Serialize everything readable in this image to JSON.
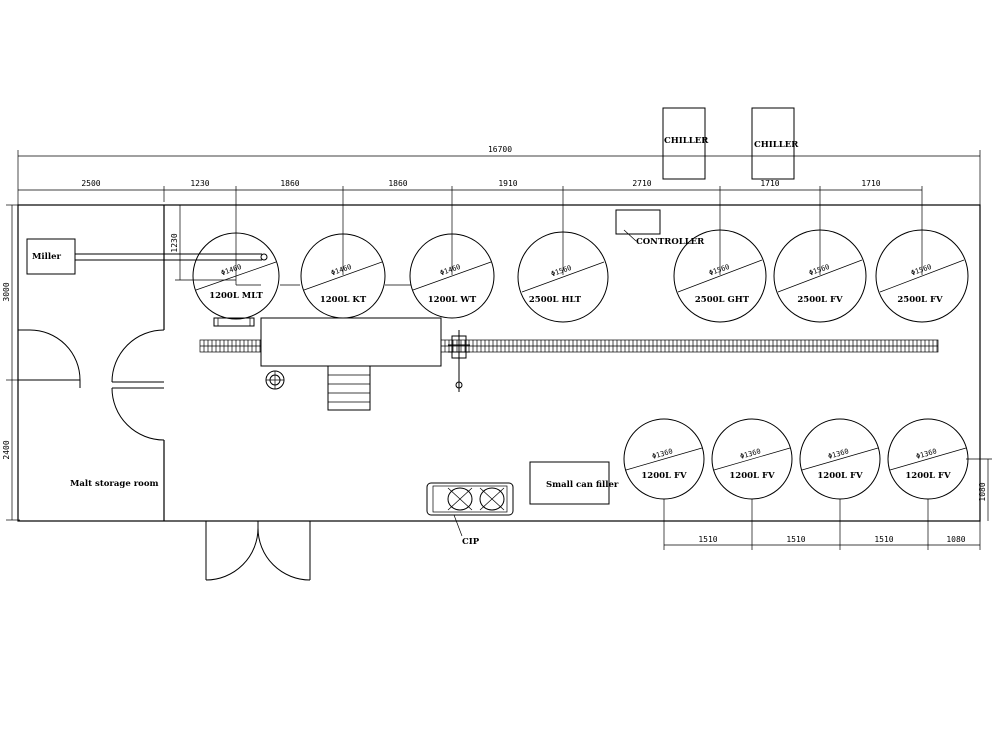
{
  "dimensions": {
    "overall": "16700",
    "top_segments": [
      "2500",
      "1230",
      "1860",
      "1860",
      "1910",
      "2710",
      "1710",
      "1710"
    ],
    "left_upper": "3000",
    "left_lower": "2400",
    "vertical_offset": "1230",
    "bottom_segments": [
      "1510",
      "1510",
      "1510",
      "1080"
    ],
    "right_vertical": "1080"
  },
  "rooms": {
    "miller": "Miller",
    "malt_storage": "Malt storage room"
  },
  "equipment": {
    "chiller_1": "CHILLER",
    "chiller_2": "CHILLER",
    "controller": "CONTROLLER",
    "can_filler": "Small can filler",
    "cip": "CIP"
  },
  "tanks_top": [
    {
      "name": "1200L MLT",
      "dia": "Φ1460"
    },
    {
      "name": "1200L KT",
      "dia": "Φ1460"
    },
    {
      "name": "1200L WT",
      "dia": "Φ1460"
    },
    {
      "name": "2500L HLT",
      "dia": "Φ1560"
    },
    {
      "name": "2500L GHT",
      "dia": "Φ1560"
    },
    {
      "name": "2500L FV",
      "dia": "Φ1560"
    },
    {
      "name": "2500L FV",
      "dia": "Φ1560"
    }
  ],
  "tanks_bottom": [
    {
      "name": "1200L FV",
      "dia": "Φ1360"
    },
    {
      "name": "1200L FV",
      "dia": "Φ1360"
    },
    {
      "name": "1200L FV",
      "dia": "Φ1360"
    },
    {
      "name": "1200L FV",
      "dia": "Φ1360"
    }
  ]
}
